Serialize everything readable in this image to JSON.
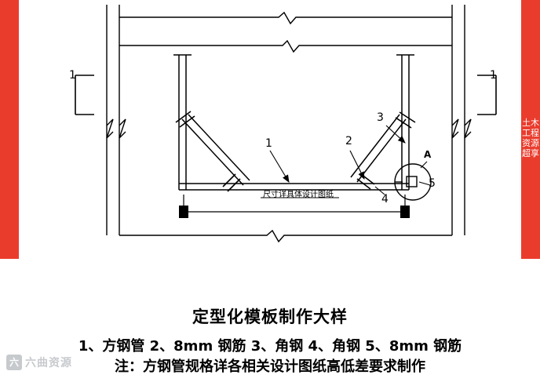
{
  "document": {
    "title": "定型化模板制作大样",
    "legend_line": "1、方钢管  2、8mm 钢筋  3、角钢  4、角钢  5、8mm 钢筋",
    "note_line": "注：方钢管规格详各相关设计图纸高低差要求制作"
  },
  "drawing": {
    "dimension_note": "尺寸详具体设计图纸",
    "callouts": {
      "c1_left": "1",
      "c1_right": "1",
      "leader_1": "1",
      "leader_2": "2",
      "leader_3": "3",
      "leader_4": "4",
      "leader_5": "5",
      "detail_bubble": "A"
    }
  },
  "watermarks": {
    "right_text": "土木工程资源超享",
    "bottom_text": "六曲资源",
    "bottom_logo": "六"
  }
}
